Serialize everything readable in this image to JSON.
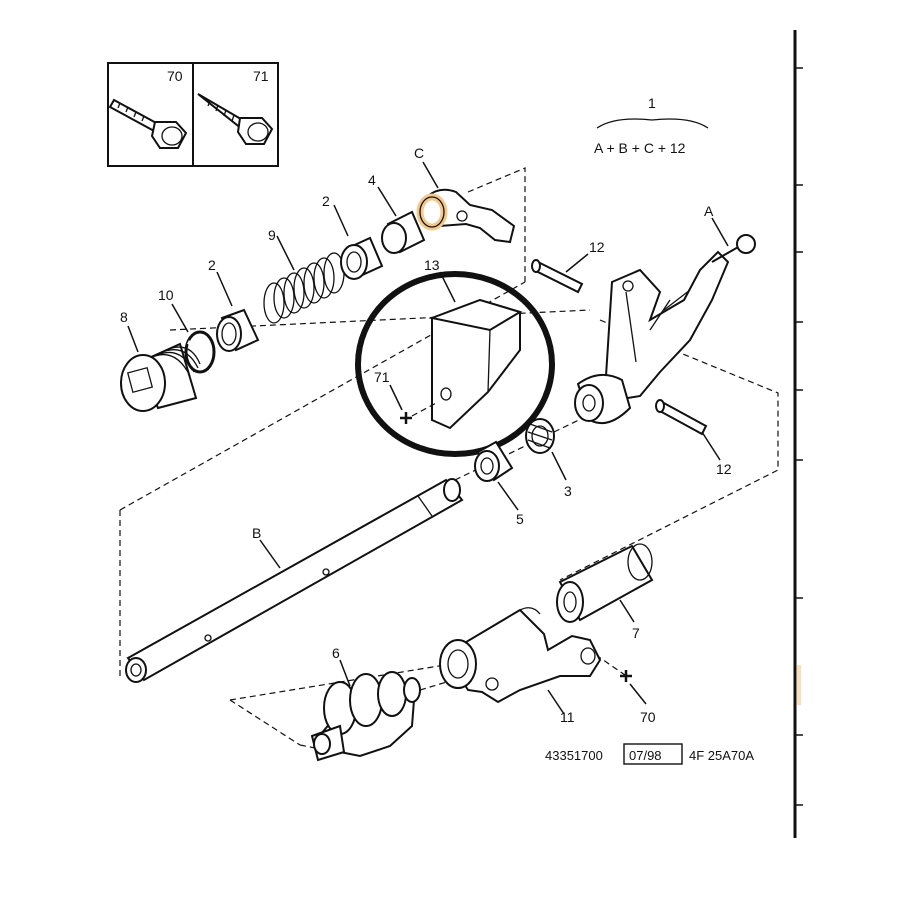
{
  "callouts": {
    "p70_box": "70",
    "p71_box": "71",
    "p1": "1",
    "formula": "A + B + C + 12",
    "pC": "C",
    "p4": "4",
    "p2_top": "2",
    "p9": "9",
    "p2_left": "2",
    "p10": "10",
    "p8": "8",
    "p13": "13",
    "p71": "71",
    "p12_top": "12",
    "pA": "A",
    "p12_right": "12",
    "p3": "3",
    "p5": "5",
    "pB": "B",
    "p6": "6",
    "p7": "7",
    "p11": "11",
    "p70_bottom": "70"
  },
  "reference": {
    "code": "43351700",
    "date": "07/98",
    "model": "4F 25A70A"
  },
  "colors": {
    "line": "#111111",
    "highlight_tint": "#f3c98b",
    "background": "#ffffff"
  }
}
